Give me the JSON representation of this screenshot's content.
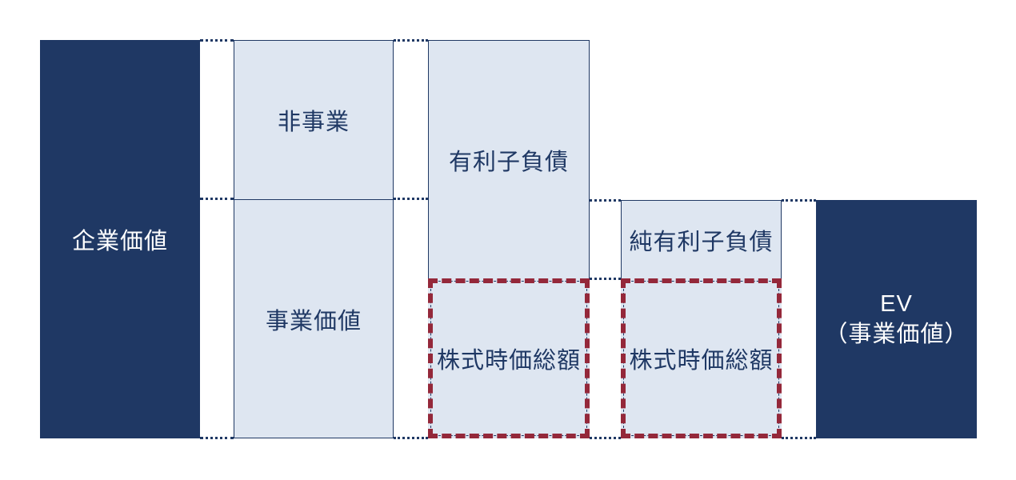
{
  "colors": {
    "navy": "#1F3864",
    "light_blue": "#DEE6F1",
    "red_dash": "#94283A",
    "white": "#FFFFFF"
  },
  "diagram": {
    "enterprise_value_bar": {
      "label": "企業価値"
    },
    "value_breakdown_box": {
      "non_business_label": "非事業",
      "business_value_label": "事業価値"
    },
    "funding_box": {
      "debt_label": "有利子負債",
      "market_cap_label": "株式時価総額"
    },
    "net_funding_box": {
      "net_debt_label": "純有利子負債",
      "market_cap_label": "株式時価総額"
    },
    "ev_bar": {
      "label_line1": "EV",
      "label_line2": "（事業価値）"
    }
  }
}
